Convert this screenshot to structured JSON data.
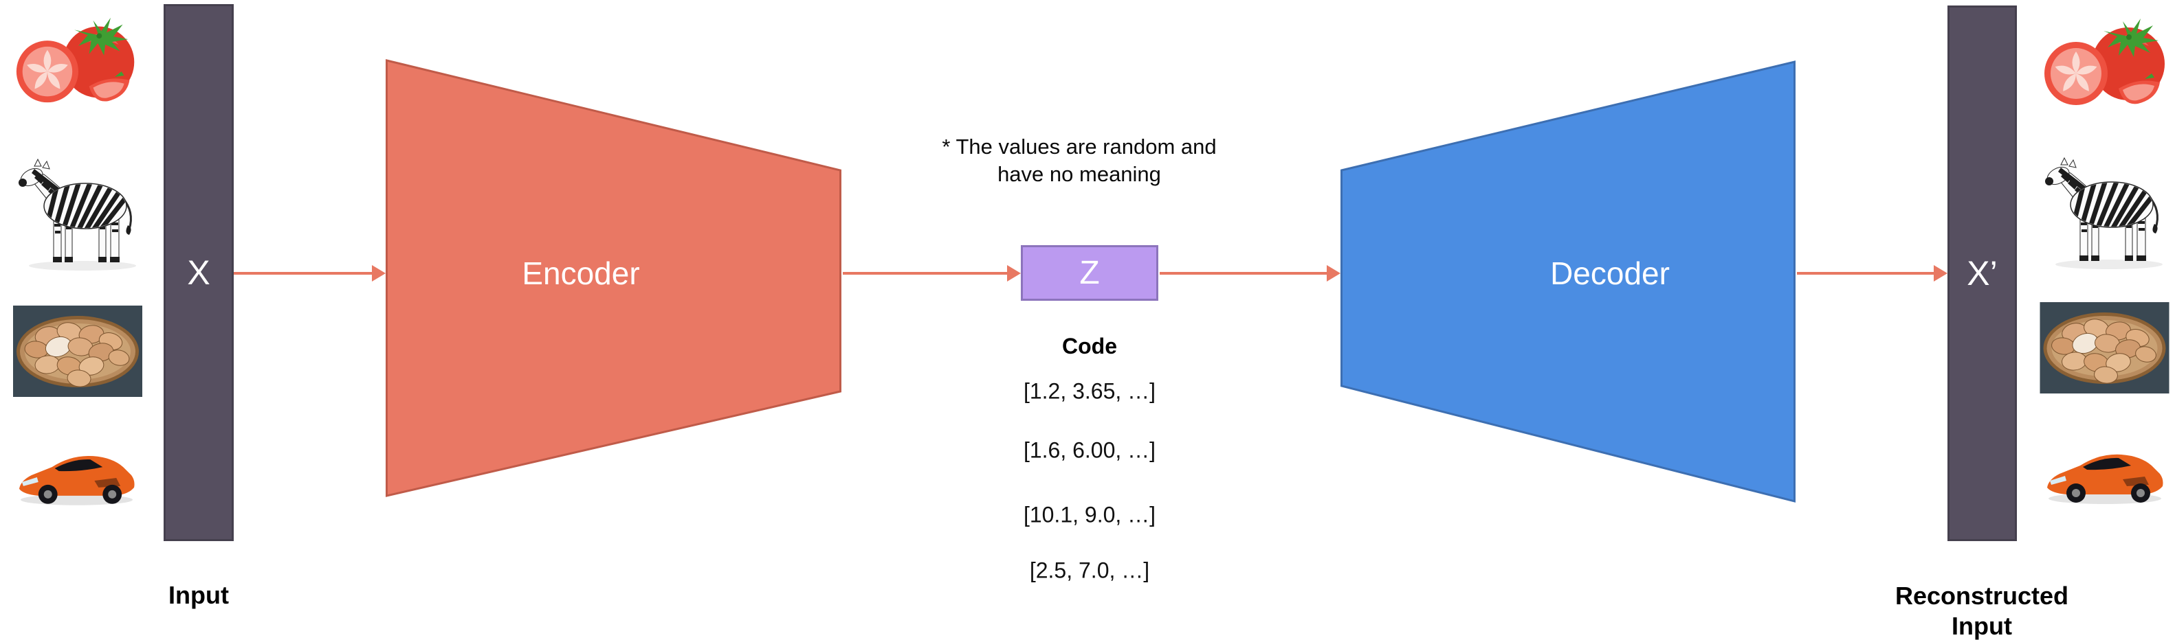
{
  "colors": {
    "arrow": "#e87862",
    "encoder_fill": "#e97864",
    "encoder_border": "#c05b49",
    "decoder_fill": "#4b8de2",
    "decoder_border": "#3d6fb2",
    "code_box_fill": "#bb9af0",
    "code_box_border": "#8c74bc",
    "io_bar_fill": "#564f60",
    "io_bar_border": "#45404e",
    "text": "#000000",
    "shape_text": "#ffffff"
  },
  "input_section": {
    "symbol": "X",
    "caption": "Input",
    "images": [
      "tomatoes",
      "zebra",
      "basket-of-eggs",
      "orange-sports-car"
    ]
  },
  "encoder": {
    "label": "Encoder"
  },
  "code_section": {
    "note_line1": "* The values are random and",
    "note_line2": "have no meaning",
    "symbol": "Z",
    "caption": "Code",
    "values": [
      "[1.2, 3.65, …]",
      "[1.6, 6.00, …]",
      "[10.1, 9.0, …]",
      "[2.5, 7.0, …]"
    ]
  },
  "decoder": {
    "label": "Decoder"
  },
  "output_section": {
    "symbol": "X’",
    "caption_line1": "Reconstructed",
    "caption_line2": "Input",
    "images": [
      "tomatoes",
      "zebra",
      "basket-of-eggs",
      "orange-sports-car"
    ]
  }
}
